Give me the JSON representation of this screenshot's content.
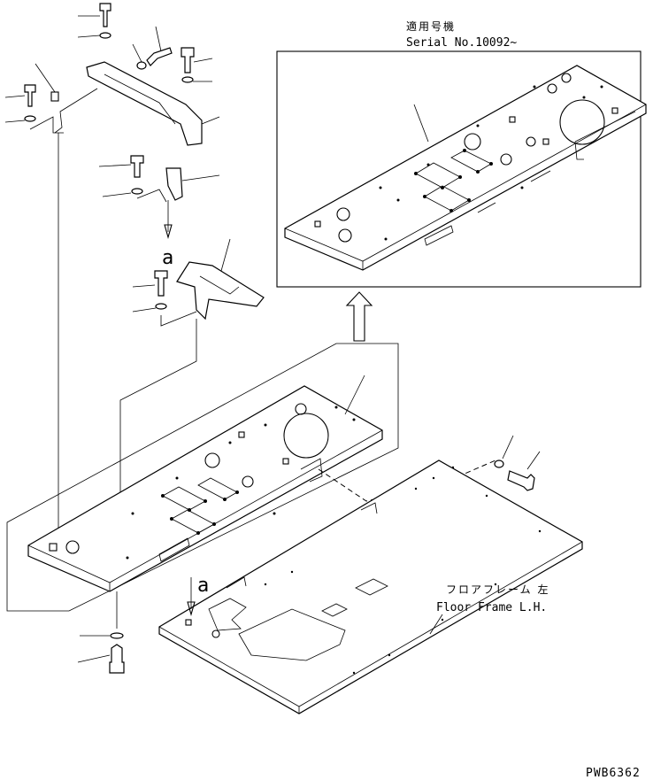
{
  "labels": {
    "serial_title_jp": "適用号機",
    "serial_number": "Serial No.10092~",
    "floor_frame_jp": "フロアフレーム 左",
    "floor_frame_en": "Floor Frame L.H.",
    "arrow_marker_top": "a",
    "arrow_marker_bottom": "a",
    "drawing_code": "PWB6362"
  }
}
